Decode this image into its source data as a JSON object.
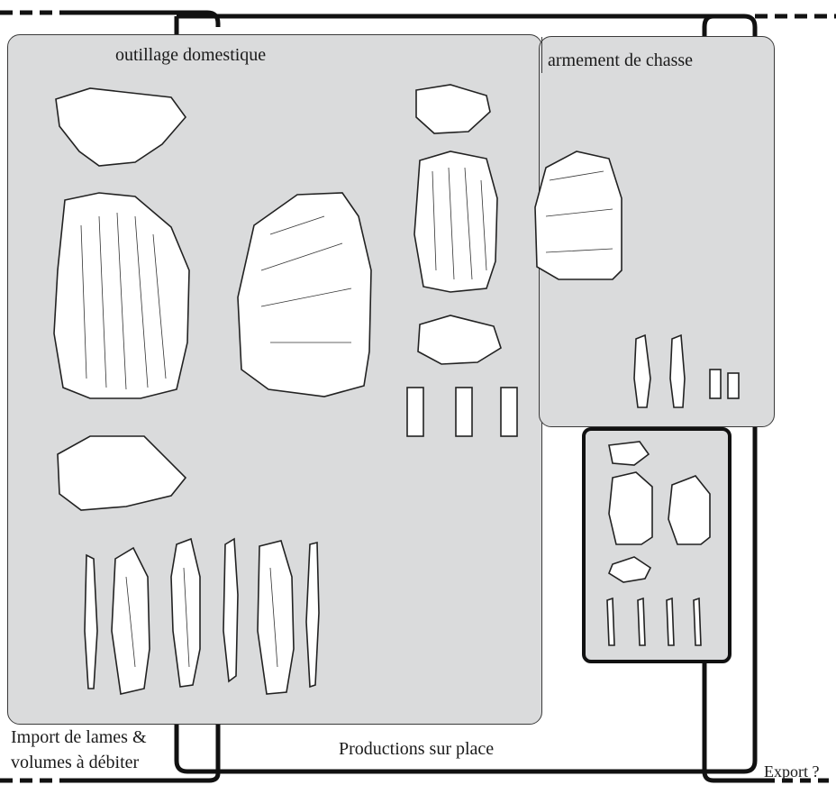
{
  "labels": {
    "domestic": "outillage domestique",
    "hunting": "armement de chasse",
    "import_line1": "Import de lames &",
    "import_line2": "volumes à débiter",
    "production": "Productions sur place",
    "export": "Export ?"
  },
  "colors": {
    "panel_fill": "#dadbdc",
    "flow_line": "#111111",
    "artifact_fill": "#ffffff"
  }
}
